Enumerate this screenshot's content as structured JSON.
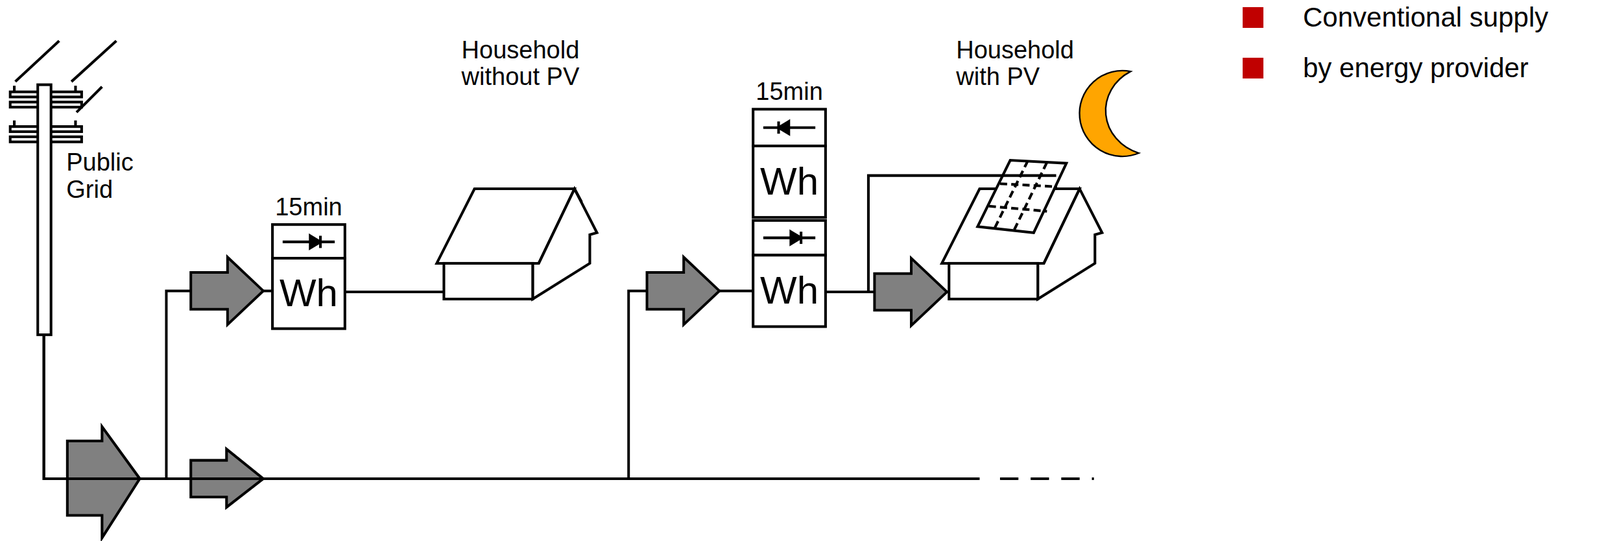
{
  "diagram": {
    "nodes": [
      {
        "text": [
          "Public Grid"
        ]
      },
      {
        "text": [
          "15min",
          "Wh"
        ]
      },
      {
        "text": [
          "Household without PV"
        ]
      },
      {
        "text": [
          "15min",
          "Wh",
          "Wh"
        ]
      },
      {
        "text": [
          "Household with PV"
        ]
      }
    ],
    "edges": [
      {
        "from": 0,
        "to": 1,
        "arrow": "to"
      },
      {
        "from": 1,
        "to": 2,
        "arrow": "none"
      },
      {
        "from": 0,
        "to": 3,
        "arrow": "to"
      },
      {
        "from": 3,
        "to": 4,
        "arrow": "to"
      }
    ],
    "legend": [
      {
        "text": "Conventional supply",
        "color": "#c00000"
      },
      {
        "text": "by energy provider",
        "color": "#c00000"
      }
    ]
  }
}
